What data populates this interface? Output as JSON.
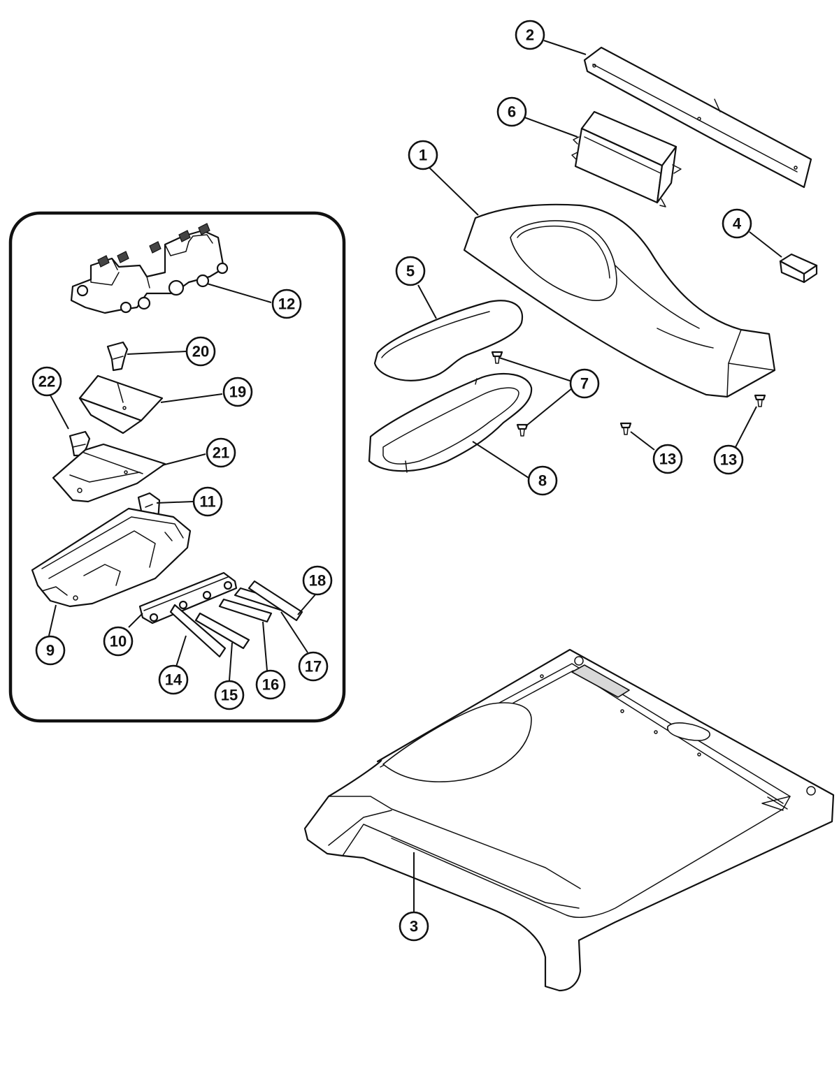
{
  "callouts": [
    {
      "id": "c1",
      "label": "1"
    },
    {
      "id": "c2",
      "label": "2"
    },
    {
      "id": "c3",
      "label": "3"
    },
    {
      "id": "c4",
      "label": "4"
    },
    {
      "id": "c5",
      "label": "5"
    },
    {
      "id": "c6",
      "label": "6"
    },
    {
      "id": "c7",
      "label": "7"
    },
    {
      "id": "c8",
      "label": "8"
    },
    {
      "id": "c9",
      "label": "9"
    },
    {
      "id": "c10",
      "label": "10"
    },
    {
      "id": "c11",
      "label": "11"
    },
    {
      "id": "c12",
      "label": "12"
    },
    {
      "id": "c13a",
      "label": "13"
    },
    {
      "id": "c13b",
      "label": "13"
    },
    {
      "id": "c14",
      "label": "14"
    },
    {
      "id": "c15",
      "label": "15"
    },
    {
      "id": "c16",
      "label": "16"
    },
    {
      "id": "c17",
      "label": "17"
    },
    {
      "id": "c18",
      "label": "18"
    },
    {
      "id": "c19",
      "label": "19"
    },
    {
      "id": "c20",
      "label": "20"
    },
    {
      "id": "c21",
      "label": "21"
    },
    {
      "id": "c22",
      "label": "22"
    }
  ],
  "colors": {
    "line": "#111111",
    "background": "#ffffff",
    "shade": "#d8d8d8"
  }
}
